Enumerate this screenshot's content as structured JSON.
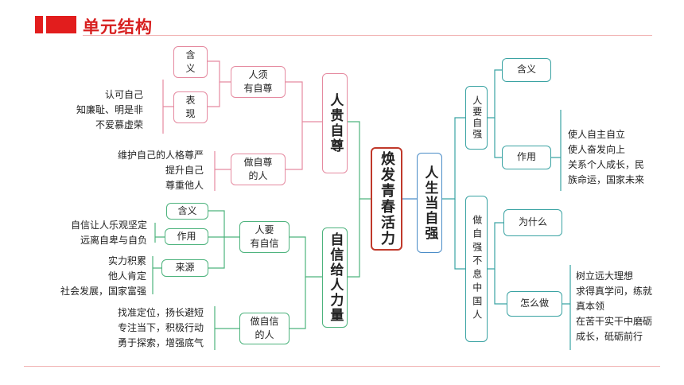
{
  "header": {
    "title": "单元结构"
  },
  "center": {
    "label": "焕发青春活力"
  },
  "branch_zizun": {
    "label": "人贵自尊",
    "n1": {
      "label": "人须\n有自尊",
      "hanyi": "含\n义",
      "biaoxian": "表\n现",
      "biaoxian_leaf": "认可自己\n知廉耻、明是非\n不爱慕虚荣"
    },
    "n2": {
      "label": "做自尊\n的人",
      "leaf": "维护自己的人格尊严\n提升自己\n尊重他人"
    }
  },
  "branch_zixin": {
    "label": "自信给人力量",
    "n1": {
      "label": "人要\n有自信",
      "hanyi": "含义",
      "zuoyong": "作用",
      "laiyuan": "来源",
      "zuoyong_leaf": "自信让人乐观坚定\n远离自卑与自负",
      "laiyuan_leaf": "实力积累\n他人肯定\n社会发展，国家富强"
    },
    "n2": {
      "label": "做自信\n的人",
      "leaf": "找准定位，扬长避短\n专注当下，积极行动\n勇于探索，增强底气"
    }
  },
  "branch_ziqiang": {
    "label": "人生当自强",
    "n1": {
      "label": "人要自强",
      "hanyi": "含义",
      "zuoyong": "作用",
      "zuoyong_leaf": "使人自主自立\n使人奋发向上\n关系个人成长，民\n族命运，国家未来"
    },
    "n2": {
      "label": "做自强不息中国人",
      "weishenme": "为什么",
      "zenmezuo": "怎么做",
      "zenmezuo_leaf": "树立远大理想\n求得真学问，练就\n真本领\n在苦干实干中磨砺\n成长，砥砺前行"
    }
  }
}
